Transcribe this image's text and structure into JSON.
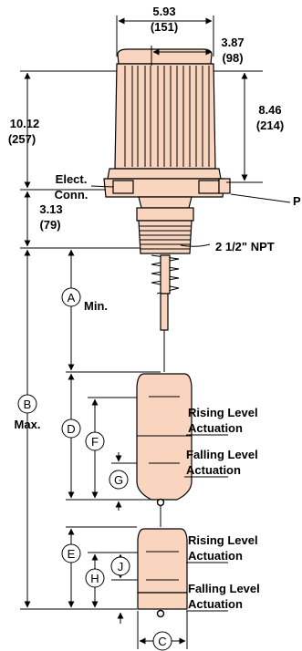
{
  "colors": {
    "body_fill": "#f9d5bf",
    "line": "#000000",
    "background": "#ffffff"
  },
  "dimensions": {
    "top_width_in": "5.93",
    "top_width_mm": "(151)",
    "right_offset_in": "3.87",
    "right_offset_mm": "(98)",
    "housing_height_in": "8.46",
    "housing_height_mm": "(214)",
    "overall_height_in": "10.12",
    "overall_height_mm": "(257)",
    "fitting_height_in": "3.13",
    "fitting_height_mm": "(79)"
  },
  "labels": {
    "elect_conn_line1": "Elect.",
    "elect_conn_line2": "Conn.",
    "p_label": "P",
    "npt": "2 1/2\" NPT",
    "min": "Min.",
    "max": "Max.",
    "rising_1_line1": "Rising Level",
    "rising_1_line2": "Actuation",
    "falling_1_line1": "Falling Level",
    "falling_1_line2": "Actuation",
    "rising_2_line1": "Rising Level",
    "rising_2_line2": "Actuation",
    "falling_2_line1": "Falling Level",
    "falling_2_line2": "Actuation"
  },
  "callouts": {
    "a": "A",
    "b": "B",
    "c": "C",
    "d": "D",
    "e": "E",
    "f": "F",
    "g": "G",
    "h": "H",
    "j": "J"
  }
}
